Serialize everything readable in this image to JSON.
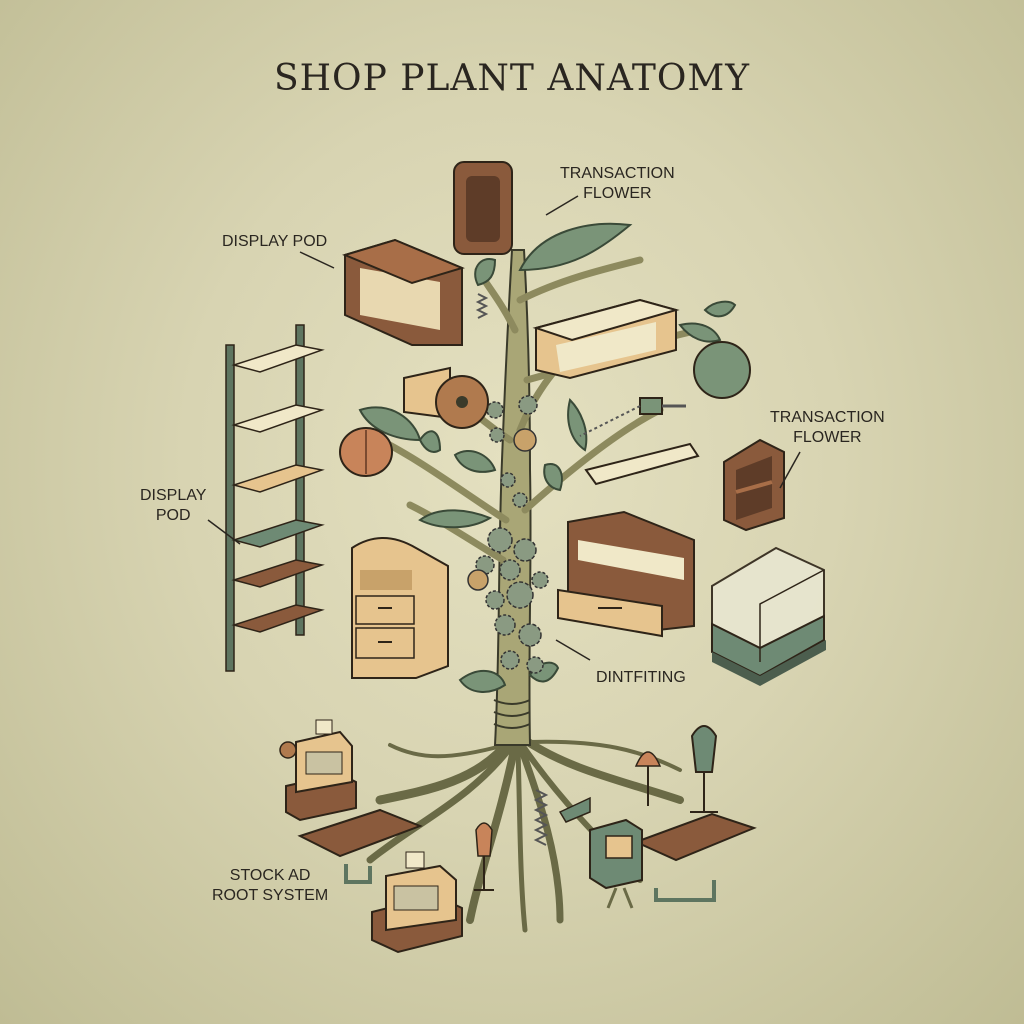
{
  "title": "SHOP PLANT ANATOMY",
  "labels": {
    "transaction_flower_top": {
      "line1": "TRANSACTION",
      "line2": "FLOWER"
    },
    "display_pod_top": "DISPLAY POD",
    "transaction_flower_right": {
      "line1": "TRANSACTION",
      "line2": "FLOWER"
    },
    "display_pod_left": {
      "line1": "DISPLAY",
      "line2": "POD"
    },
    "dintfiting": "DINTFITING",
    "root_system": {
      "line1": "STOCK AD",
      "line2": "ROOT SYSTEM"
    }
  },
  "colors": {
    "background": "#d8d4b2",
    "ink": "#2a2620",
    "wood_dark": "#8a5a3c",
    "wood_light": "#e6c48e",
    "shelf_cream": "#f0e8c8",
    "leaf_green": "#7a9478",
    "metal_green": "#5e7560",
    "stem": "#a9a676"
  }
}
